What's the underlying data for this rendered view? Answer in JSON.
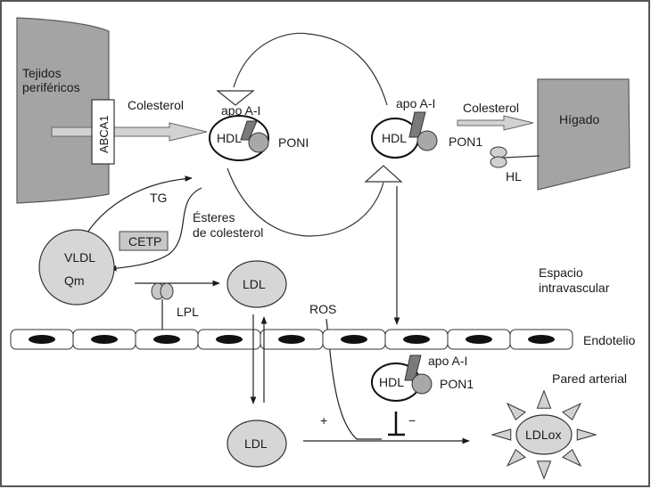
{
  "colors": {
    "tissue_fill": "#a4a4a4",
    "tissue_stroke": "#5a5a5a",
    "particle_fill": "#d6d6d6",
    "pon_fill": "#a8a8a8",
    "apo_fill": "#7a7a7a",
    "arrow_fill": "#d2d2d2",
    "nucleus": "#111111",
    "frame": "#555555"
  },
  "labels": {
    "peripheral_tissue": [
      "Tejidos",
      "periféricos"
    ],
    "abca1": "ABCA1",
    "cholesterol_left": "Colesterol",
    "cholesterol_right": "Colesterol",
    "liver": "Hígado",
    "apo_left": "apo A-I",
    "hdl_left": "HDL",
    "pon_left": "PONI",
    "apo_right": "apo A-I",
    "hdl_right": "HDL",
    "pon_right": "PON1",
    "hl": "HL",
    "tg": "TG",
    "esters": [
      "Ésteres",
      "de colesterol"
    ],
    "cetp": "CETP",
    "vldl": "VLDL",
    "qm": "Qm",
    "ldl_top": "LDL",
    "lpl": "LPL",
    "intravascular": [
      "Espacio",
      "intravascular"
    ],
    "ros": "ROS",
    "endothelium": "Endotelio",
    "apo_bottom": "apo A-I",
    "hdl_bottom": "HDL",
    "pon_bottom": "PON1",
    "arterial_wall": "Pared arterial",
    "ldl_bottom": "LDL",
    "plus": "+",
    "minus": "−",
    "ldlox": "LDLox"
  },
  "endothelium_cell_count": 9
}
